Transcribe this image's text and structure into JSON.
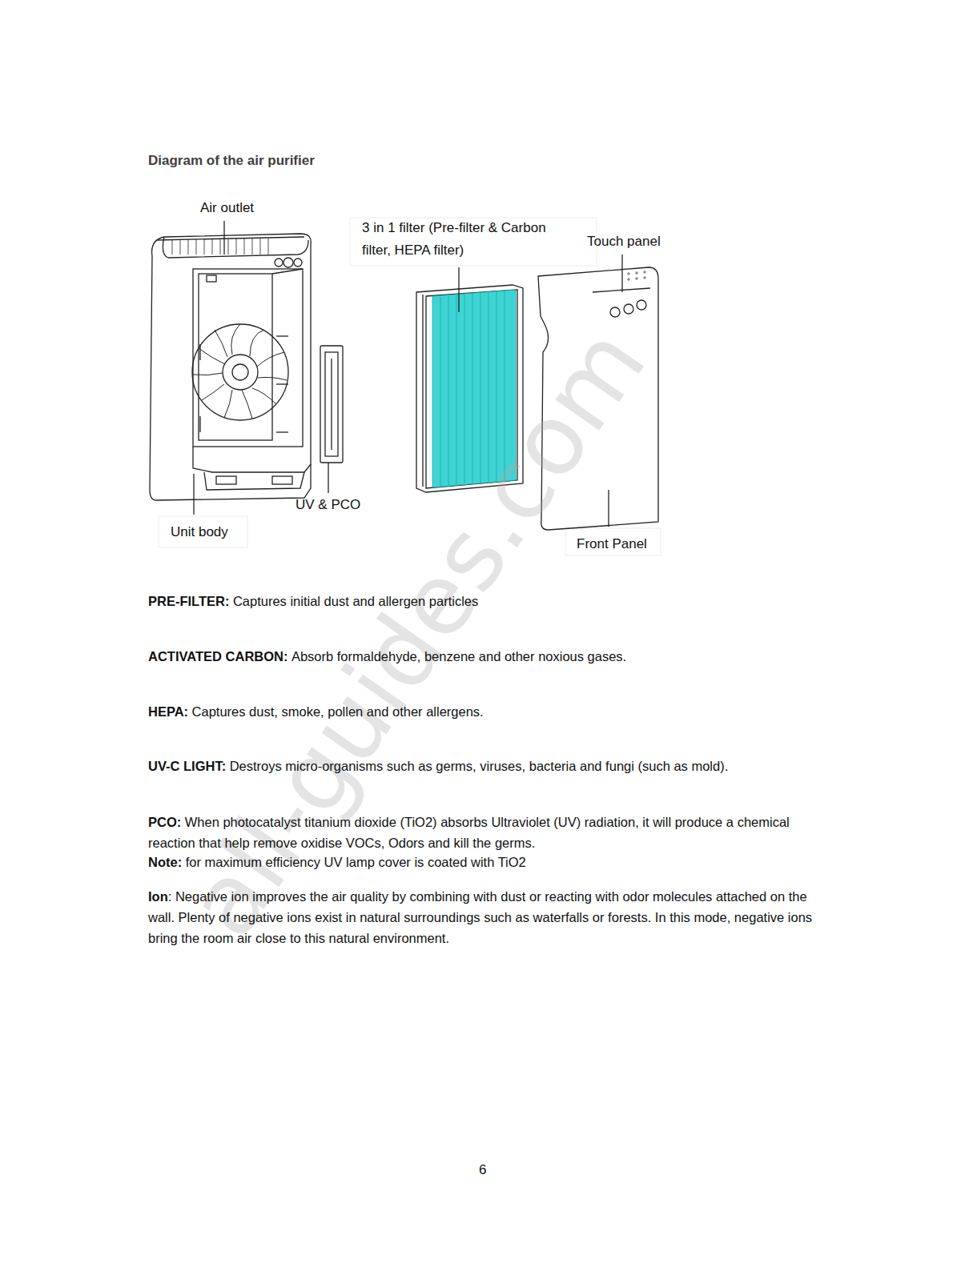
{
  "diagram": {
    "title": "Diagram of the air purifier",
    "labels": [
      "Air outlet",
      "3 in 1 filter (Pre-filter & Carbon filter, HEPA filter)",
      "Touch panel",
      "UV & PCO",
      "Unit body",
      "Front Panel",
      "PRE-FILTER:",
      "Captures initial dust and allergen particles",
      "ACTIVATED CARBON:",
      "Absorb formaldehyde, benzene and other noxious gases.",
      "HEPA:",
      "Captures dust, smoke, pollen and other allergens.",
      "UV-C LIGHT:",
      "Destroys micro-organisms such as germs, viruses, bacteria and fungi (such as mold).",
      "PCO:",
      "When photocatalyst titanium dioxide (TiO2) absorbs Ultraviolet (UV) radiation, it will produce a chemical reaction that help remove oxidise VOCs, Odors and kill the germs.",
      "Note:",
      "for maximum efficiency UV lamp cover is coated with TiO2",
      "Ion",
      ": Negative ion improves the air quality by combining with dust or reacting with odor molecules attached on the wall. Plenty of negative ions exist in natural surroundings such as waterfalls or forests. In this mode, negative ions bring the room air close to this natural environment.",
      "6",
      "all-guides.com"
    ]
  }
}
